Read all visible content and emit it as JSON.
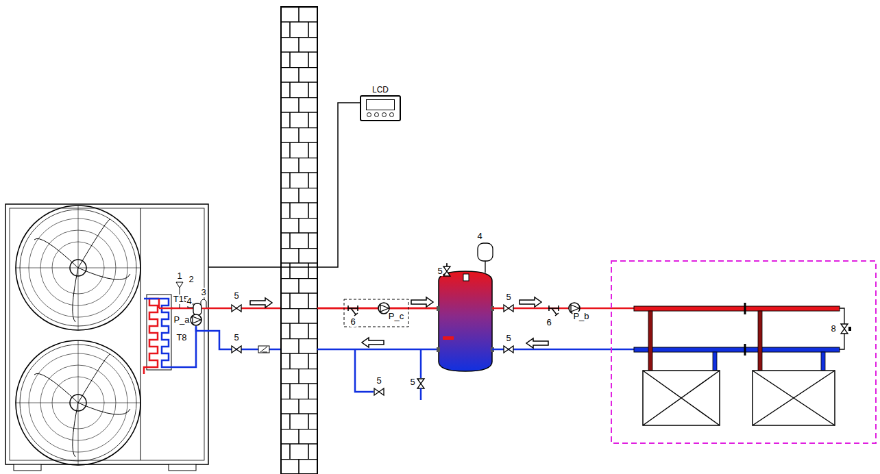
{
  "diagram": {
    "nodes": [
      {
        "text": [
          "LCD"
        ]
      }
    ],
    "labels": [
      "1",
      "2",
      "3",
      "T15",
      "4",
      "P_a",
      "T8",
      "5",
      "5",
      "6",
      "P_c",
      "5",
      "4",
      "5",
      "6",
      "P_b",
      "5",
      "8",
      "5",
      "5"
    ]
  }
}
